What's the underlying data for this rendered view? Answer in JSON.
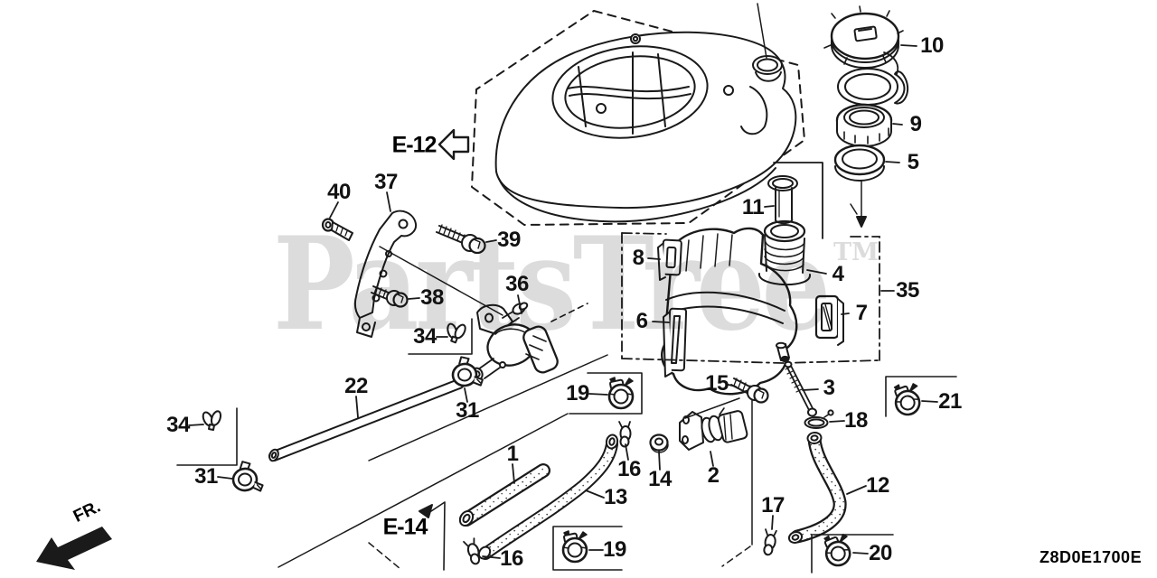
{
  "diagram": {
    "code": "Z8D0E1700E",
    "watermark": "PartsTree",
    "watermark_tm": "TM",
    "front_label": "FR.",
    "section_refs": {
      "e12": "E-12",
      "e14": "E-14"
    },
    "line_color": "#1a1a1a",
    "watermark_color": "#bfbfbf"
  },
  "callouts": [
    {
      "part": "10"
    },
    {
      "part": "9"
    },
    {
      "part": "5"
    },
    {
      "part": "11"
    },
    {
      "part": "8"
    },
    {
      "part": "4"
    },
    {
      "part": "35"
    },
    {
      "part": "7"
    },
    {
      "part": "6"
    },
    {
      "part": "40"
    },
    {
      "part": "37"
    },
    {
      "part": "39"
    },
    {
      "part": "38"
    },
    {
      "part": "36"
    },
    {
      "part": "34"
    },
    {
      "part": "22"
    },
    {
      "part": "31"
    },
    {
      "part": "34"
    },
    {
      "part": "31"
    },
    {
      "part": "1"
    },
    {
      "part": "19"
    },
    {
      "part": "15"
    },
    {
      "part": "3"
    },
    {
      "part": "18"
    },
    {
      "part": "21"
    },
    {
      "part": "16"
    },
    {
      "part": "14"
    },
    {
      "part": "2"
    },
    {
      "part": "13"
    },
    {
      "part": "12"
    },
    {
      "part": "17"
    },
    {
      "part": "16"
    },
    {
      "part": "19"
    },
    {
      "part": "20"
    }
  ]
}
